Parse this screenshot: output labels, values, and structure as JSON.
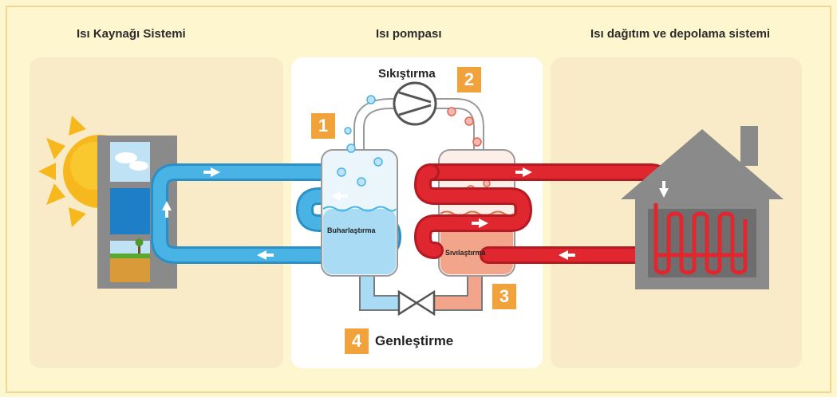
{
  "sections": {
    "source_title": "Isı Kaynağı Sistemi",
    "pump_title": "Isı pompası",
    "distribution_title": "Isı dağıtım ve depolama sistemi"
  },
  "stages": [
    {
      "number": "1"
    },
    {
      "number": "2",
      "label": "Sıkıştırma"
    },
    {
      "number": "3"
    },
    {
      "number": "4",
      "label": "Genleştirme"
    }
  ],
  "evaporator_label": "Buharlaştırma",
  "condenser_label": "Sıvılaştırma",
  "colors": {
    "background": "#fdf6cf",
    "panel_side": "#f9ebc7",
    "panel_center": "#ffffff",
    "cold_pipe": "#4ab3e6",
    "hot_pipe": "#e0262e",
    "badge": "#f2a23a",
    "house": "#8a8a8a",
    "sun": "#f6b81c"
  }
}
